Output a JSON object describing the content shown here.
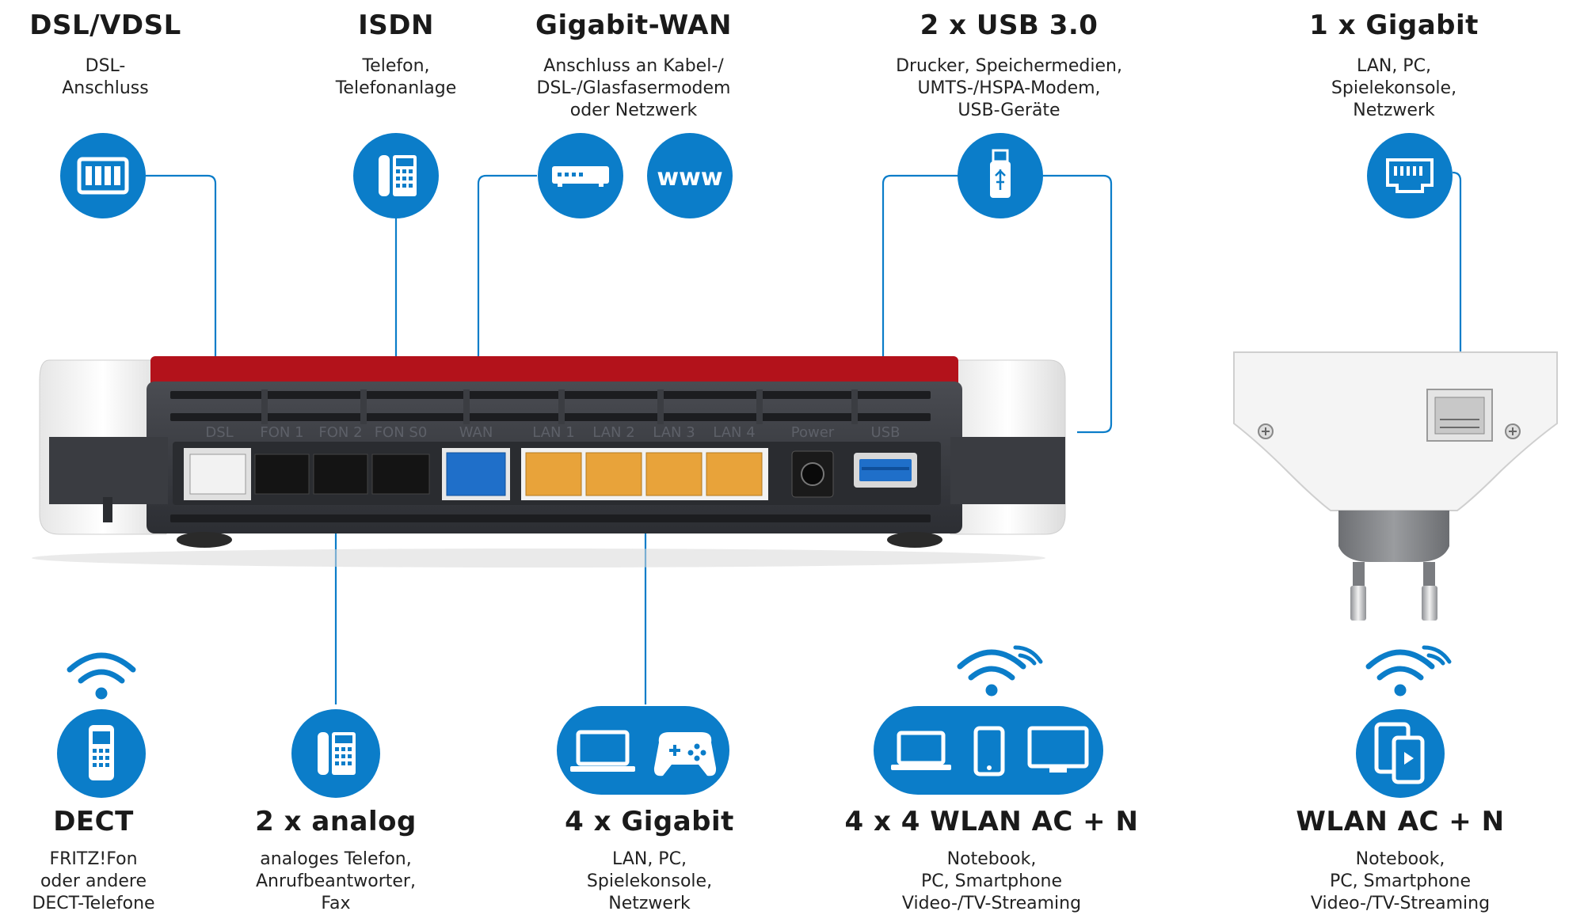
{
  "top_blocks": [
    {
      "title": "DSL/VDSL",
      "lines": [
        "DSL-",
        "Anschluss"
      ]
    },
    {
      "title": "ISDN",
      "lines": [
        "Telefon,",
        "Telefonanlage"
      ]
    },
    {
      "title": "Gigabit-WAN",
      "lines": [
        "Anschluss an Kabel-/",
        "DSL-/Glasfasermodem",
        "oder Netzwerk"
      ]
    },
    {
      "title": "2 x USB 3.0",
      "lines": [
        "Drucker, Speichermedien,",
        "UMTS-/HSPA-Modem,",
        "USB-Geräte"
      ]
    },
    {
      "title": "1 x Gigabit",
      "lines": [
        "LAN, PC,",
        "Spielekonsole,",
        "Netzwerk"
      ]
    }
  ],
  "bottom_blocks": [
    {
      "title": "DECT",
      "lines": [
        "FRITZ!Fon",
        "oder andere",
        "DECT-Telefone"
      ]
    },
    {
      "title": "2 x analog",
      "lines": [
        "analoges Telefon,",
        "Anrufbeantworter,",
        "Fax"
      ]
    },
    {
      "title": "4 x Gigabit",
      "lines": [
        "LAN, PC,",
        "Spielekonsole,",
        "Netzwerk"
      ]
    },
    {
      "title": "4 x 4 WLAN AC + N",
      "lines": [
        "Notebook,",
        "PC, Smartphone",
        "Video-/TV-Streaming"
      ]
    },
    {
      "title": "WLAN AC + N",
      "lines": [
        "Notebook,",
        "PC, Smartphone",
        "Video-/TV-Streaming"
      ]
    }
  ],
  "icon_badge": {
    "www": "www"
  },
  "port_labels": {
    "dsl": "DSL",
    "fon1": "FON 1",
    "fon2": "FON 2",
    "fons0": "FON S0",
    "wan": "WAN",
    "lan1": "LAN 1",
    "lan2": "LAN 2",
    "lan3": "LAN 3",
    "lan4": "LAN 4",
    "power": "Power",
    "usb": "USB"
  },
  "colors": {
    "accent_blue": "#0b7dc9",
    "router_red": "#b3121b",
    "router_body": "#3b3d42",
    "port_yellow": "#e8a33a",
    "port_blue": "#1f6fc9"
  },
  "icons": [
    "dsl-icon",
    "phone-icon",
    "modem-icon",
    "www-icon",
    "usb-icon",
    "lan-icon",
    "wifi-icon",
    "dect-phone-icon",
    "laptop-icon",
    "gamepad-icon",
    "smartphone-icon",
    "monitor-icon",
    "tablet-phone-icon"
  ]
}
